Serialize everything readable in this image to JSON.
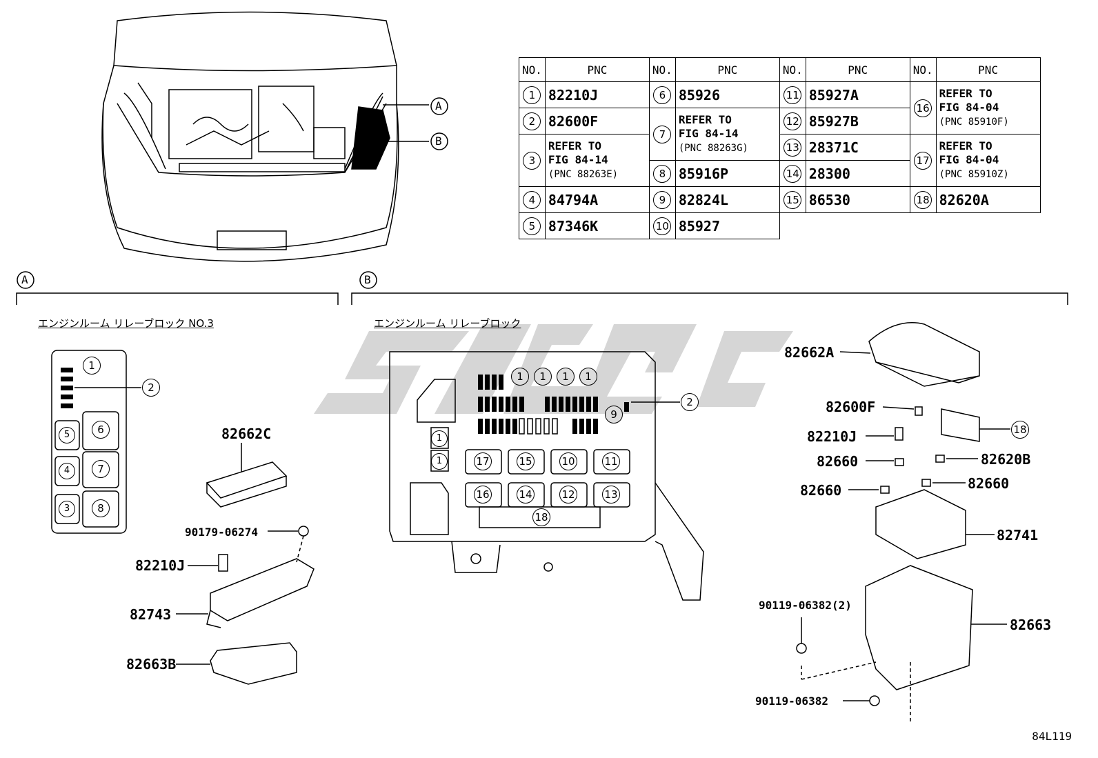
{
  "table": {
    "header_no": "NO.",
    "header_pnc": "PNC",
    "col1": [
      {
        "no": "1",
        "pnc": "82210J"
      },
      {
        "no": "2",
        "pnc": "82600F"
      },
      {
        "no": "3",
        "pnc": "REFER TO",
        "pnc2": "FIG 84-14",
        "pnc3": "(PNC 88263E)"
      },
      {
        "no": "4",
        "pnc": "84794A"
      },
      {
        "no": "5",
        "pnc": "87346K"
      }
    ],
    "col2": [
      {
        "no": "6",
        "pnc": "85926"
      },
      {
        "no": "7",
        "pnc": "REFER TO",
        "pnc2": "FIG 84-14",
        "pnc3": "(PNC 88263G)"
      },
      {
        "no": "8",
        "pnc": "85916P"
      },
      {
        "no": "9",
        "pnc": "82824L"
      },
      {
        "no": "10",
        "pnc": "85927"
      }
    ],
    "col3": [
      {
        "no": "11",
        "pnc": "85927A"
      },
      {
        "no": "12",
        "pnc": "85927B"
      },
      {
        "no": "13",
        "pnc": "28371C"
      },
      {
        "no": "14",
        "pnc": "28300"
      },
      {
        "no": "15",
        "pnc": "86530"
      }
    ],
    "col4": [
      {
        "no": "16",
        "pnc": "REFER TO",
        "pnc2": "FIG 84-04",
        "pnc3": "(PNC 85910F)"
      },
      {
        "no": "17",
        "pnc": "REFER TO",
        "pnc2": "FIG 84-04",
        "pnc3": "(PNC 85910Z)"
      },
      {
        "no": "18",
        "pnc": "82620A"
      }
    ]
  },
  "callouts": {
    "a": "A",
    "b": "B"
  },
  "section_a": {
    "heading": "エンジンルーム リレーブロック NO.3",
    "labels": {
      "cover": "82662C",
      "screw": "90179-06274",
      "fuse": "82210J",
      "block": "82743",
      "lower": "82663B"
    },
    "cells": [
      "1",
      "2",
      "5",
      "6",
      "4",
      "7",
      "3",
      "8"
    ]
  },
  "section_b": {
    "heading": "エンジンルーム リレーブロック",
    "numbers_top": [
      "1",
      "1",
      "1",
      "1"
    ],
    "n9": "9",
    "n2": "2",
    "left_ones": [
      "1",
      "1"
    ],
    "row1": [
      "17",
      "15",
      "10",
      "11"
    ],
    "row2": [
      "16",
      "14",
      "12",
      "13"
    ],
    "n18": "18"
  },
  "parts_right": {
    "cover": "82662A",
    "fuse_f": "82600F",
    "fuse_j": "82210J",
    "n18": "18",
    "relay1": "82660",
    "relay_b": "82620B",
    "relay2": "82660",
    "relay3": "82660",
    "block": "82741",
    "bolt2": "90119-06382(2)",
    "case": "82663",
    "bolt": "90119-06382"
  },
  "figure_code": "84L119"
}
